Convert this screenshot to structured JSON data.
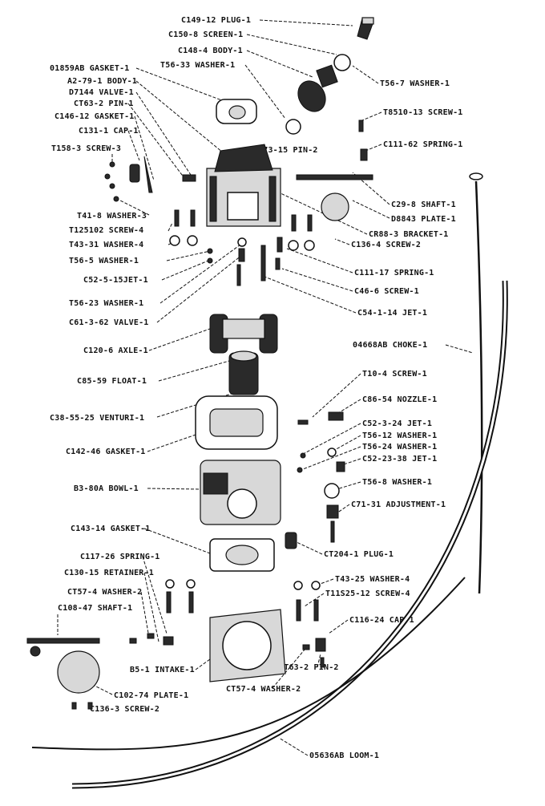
{
  "labels": [
    "C149-12 PLUG-1",
    "C150-8 SCREEN-1",
    "C148-4 BODY-1",
    "T56-33 WASHER-1",
    "T56-7 WASHER-1",
    "01859AB GASKET-1",
    "A2-79-1 BODY-1",
    "D7144 VALVE-1",
    "CT63-2 PIN-1",
    "C146-12 GASKET-1",
    "C131-1 CAP-1",
    "T158-3 SCREW-3",
    "T8510-13 SCREW-1",
    "C111-62 SPRING-1",
    "T73-15 PIN-2",
    "C29-8 SHAFT-1",
    "D8843 PLATE-1",
    "CR88-3 BRACKET-1",
    "C136-4 SCREW-2",
    "T41-8 WASHER-3",
    "T125102 SCREW-4",
    "T43-31 WASHER-4",
    "T56-5 WASHER-1",
    "C52-5-15JET-1",
    "C111-17 SPRING-1",
    "C46-6 SCREW-1",
    "C54-1-14 JET-1",
    "T56-23 WASHER-1",
    "C61-3-62 VALVE-1",
    "C120-6 AXLE-1",
    "04668AB CHOKE-1",
    "C85-59 FLOAT-1",
    "T10-4 SCREW-1",
    "C86-54 NOZZLE-1",
    "C38-55-25 VENTURI-1",
    "C52-3-24 JET-1",
    "T56-12 WASHER-1",
    "T56-24 WASHER-1",
    "C142-46 GASKET-1",
    "C52-23-38 JET-1",
    "B3-80A BOWL-1",
    "T56-8 WASHER-1",
    "C71-31 ADJUSTMENT-1",
    "C143-14 GASKET-1",
    "CT204-1 PLUG-1",
    "C117-26 SPRING-1",
    "C130-15 RETAINER-1",
    "T43-25 WASHER-4",
    "CT57-4 WASHER-2",
    "T11S25-12 SCREW-4",
    "C108-47 SHAFT-1",
    "C116-24 CAP-1",
    "B5-1 INTAKE-1",
    "CT63-2 PIN-2",
    "CT57-4 WASHER-2",
    "C102-74 PLATE-1",
    "C136-3 SCREW-2",
    "05636AB LOOM-1"
  ]
}
